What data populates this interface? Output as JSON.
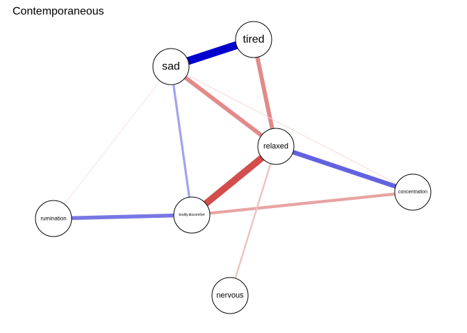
{
  "title": "Contemporaneous",
  "colors": {
    "positive": "#0000cd",
    "negative": "#cd3333",
    "node_fill": "#ffffff",
    "node_stroke": "#000000"
  },
  "nodes": [
    {
      "id": "sad",
      "label": "sad"
    },
    {
      "id": "tired",
      "label": "tired"
    },
    {
      "id": "relaxed",
      "label": "relaxed"
    },
    {
      "id": "concentration",
      "label": "concentration"
    },
    {
      "id": "rumination",
      "label": "rumination"
    },
    {
      "id": "bodily",
      "label": "bodily.discomfort"
    },
    {
      "id": "nervous",
      "label": "nervous"
    }
  ],
  "edges": [
    {
      "from": "sad",
      "to": "tired",
      "sign": "positive",
      "strength": 1.0
    },
    {
      "from": "tired",
      "to": "relaxed",
      "sign": "negative",
      "strength": 0.5
    },
    {
      "from": "sad",
      "to": "relaxed",
      "sign": "negative",
      "strength": 0.5
    },
    {
      "from": "relaxed",
      "to": "bodily",
      "sign": "negative",
      "strength": 0.85
    },
    {
      "from": "relaxed",
      "to": "concentration",
      "sign": "positive",
      "strength": 0.55
    },
    {
      "from": "sad",
      "to": "bodily",
      "sign": "positive",
      "strength": 0.25
    },
    {
      "from": "rumination",
      "to": "bodily",
      "sign": "positive",
      "strength": 0.45
    },
    {
      "from": "bodily",
      "to": "concentration",
      "sign": "negative",
      "strength": 0.35
    },
    {
      "from": "relaxed",
      "to": "nervous",
      "sign": "negative",
      "strength": 0.18
    },
    {
      "from": "sad",
      "to": "concentration",
      "sign": "negative",
      "strength": 0.05
    },
    {
      "from": "sad",
      "to": "rumination",
      "sign": "negative",
      "strength": 0.03
    }
  ]
}
